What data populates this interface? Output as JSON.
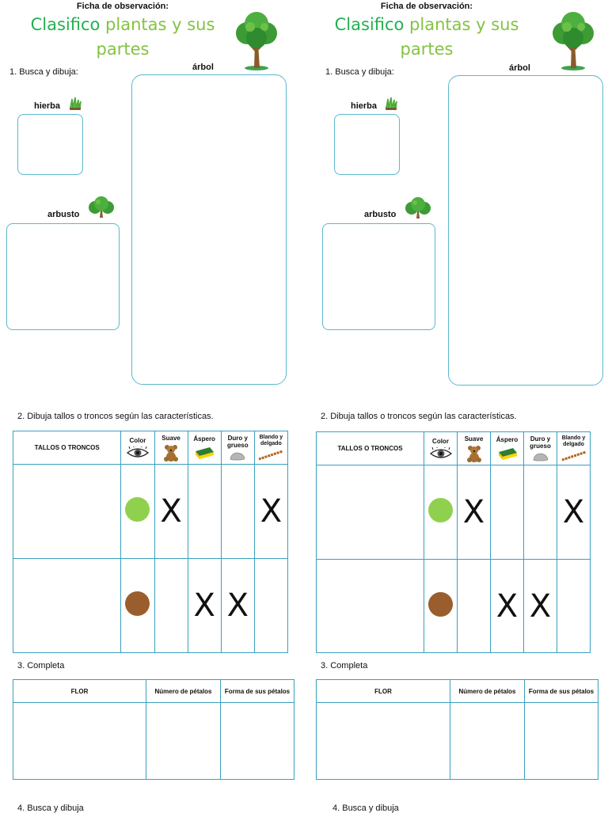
{
  "worksheets": [
    {
      "header": {
        "ficha": "Ficha de observación:",
        "title_part1": "Clasifico",
        "title_part2": "plantas y sus partes"
      },
      "q1": {
        "label": "1. Busca y dibuja:",
        "arbol": "árbol",
        "hierba": "hierba",
        "arbusto": "arbusto"
      },
      "q2": {
        "label": "2. Dibuja tallos o troncos según las características.",
        "header": "TALLOS O TRONCOS",
        "columns": [
          "Color",
          "Suave",
          "Áspero",
          "Duro y grueso",
          "Blando y delgado"
        ],
        "rows": [
          {
            "color": "#8fd14f",
            "marks": [
              "X",
              "",
              "",
              "X"
            ]
          },
          {
            "color": "#9a5e2e",
            "marks": [
              "",
              "X",
              "X",
              ""
            ]
          }
        ]
      },
      "q3": {
        "label": "3. Completa",
        "columns": [
          "FLOR",
          "Número de pétalos",
          "Forma de sus pétalos"
        ]
      },
      "q4": {
        "label": "4. Busca y dibuja"
      }
    },
    {
      "header": {
        "ficha": "Ficha de observación:",
        "title_part1": "Clasifico",
        "title_part2": "plantas y sus partes"
      },
      "q1": {
        "label": "1. Busca y dibuja:",
        "arbol": "árbol",
        "hierba": "hierba",
        "arbusto": "arbusto"
      },
      "q2": {
        "label": "2. Dibuja tallos o troncos según las características.",
        "header": "TALLOS O TRONCOS",
        "columns": [
          "Color",
          "Suave",
          "Áspero",
          "Duro y grueso",
          "Blando y delgado"
        ],
        "rows": [
          {
            "color": "#8fd14f",
            "marks": [
              "X",
              "",
              "",
              "X"
            ]
          },
          {
            "color": "#9a5e2e",
            "marks": [
              "",
              "X",
              "X",
              ""
            ]
          }
        ]
      },
      "q3": {
        "label": "3. Completa",
        "columns": [
          "FLOR",
          "Número de pétalos",
          "Forma de sus pétalos"
        ]
      },
      "q4": {
        "label": "4. Busca y dibuja"
      }
    }
  ],
  "icons": {
    "tree": "tree-icon",
    "grass": "grass-icon",
    "bush": "bush-icon",
    "eye": "eye-icon",
    "teddy": "teddy-bear-icon",
    "sponge": "sponge-icon",
    "stone": "stone-icon",
    "twig": "twig-icon"
  }
}
